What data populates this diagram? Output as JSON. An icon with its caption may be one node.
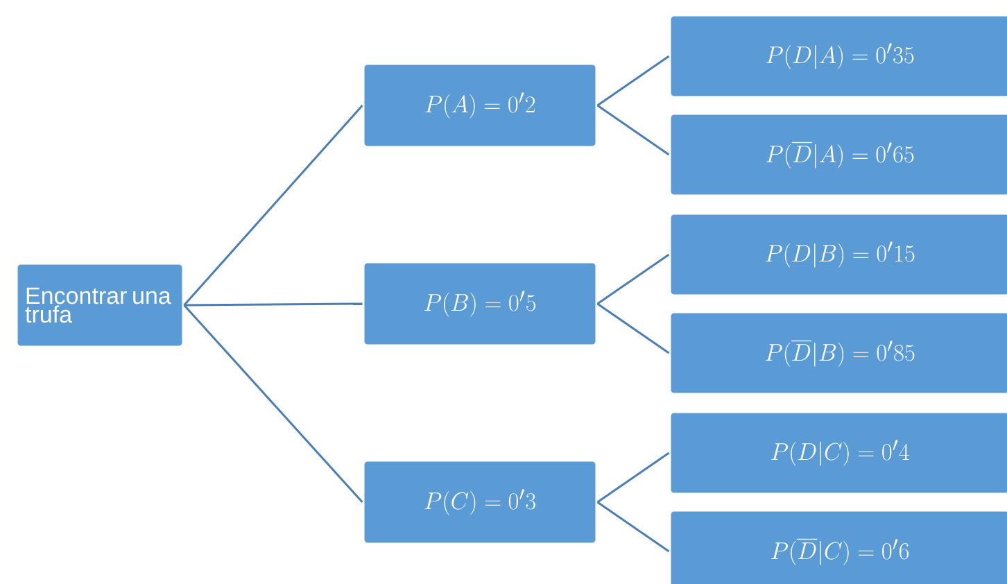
{
  "diagram": {
    "nodes": [
      {
        "text": [
          "Encontrar una trufa"
        ]
      },
      {
        "text": [
          "P(A)=0'2"
        ]
      },
      {
        "text": [
          "P(B)=0'5"
        ]
      },
      {
        "text": [
          "P(C)=0'3"
        ]
      },
      {
        "text": [
          "P(D|A)=0'35"
        ]
      },
      {
        "text": [
          "P(\\overline{D}|A)=0'65"
        ]
      },
      {
        "text": [
          "P(D|B)=0'15"
        ]
      },
      {
        "text": [
          "P(\\overline{D}|B)=0'85"
        ]
      },
      {
        "text": [
          "P(D|C)=0'4"
        ]
      },
      {
        "text": [
          "P(\\overline{D}|C)=0'6"
        ]
      }
    ],
    "edges": [
      {
        "from": 0,
        "to": 1,
        "arrow": "none"
      },
      {
        "from": 0,
        "to": 2,
        "arrow": "none"
      },
      {
        "from": 0,
        "to": 3,
        "arrow": "none"
      },
      {
        "from": 1,
        "to": 4,
        "arrow": "none"
      },
      {
        "from": 1,
        "to": 5,
        "arrow": "none"
      },
      {
        "from": 2,
        "to": 6,
        "arrow": "none"
      },
      {
        "from": 2,
        "to": 7,
        "arrow": "none"
      },
      {
        "from": 3,
        "to": 8,
        "arrow": "none"
      },
      {
        "from": 3,
        "to": 9,
        "arrow": "none"
      }
    ]
  }
}
